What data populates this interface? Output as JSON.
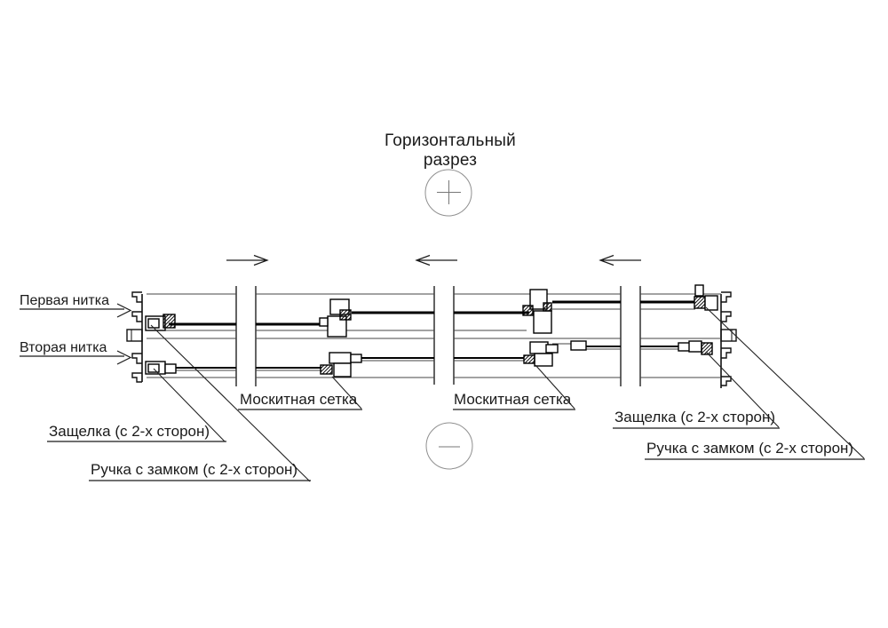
{
  "title": "Горизонтальный разрез",
  "section_markers": {
    "plus_symbol": "+",
    "minus_symbol": "−"
  },
  "callouts": {
    "thread_1": "Первая нитка",
    "thread_2": "Вторая нитка",
    "mosquito_net_left": "Москитная сетка",
    "mosquito_net_right": "Москитная сетка",
    "latch_left": "Защелка (с 2-х сторон)",
    "handle_left": "Ручка с замком (с 2-х сторон)",
    "latch_right": "Защелка (с 2-х сторон)",
    "handle_right": "Ручка с замком (с 2-х сторон)"
  },
  "colors": {
    "background": "#ffffff",
    "main_line": "#111111",
    "thin_line": "#444444",
    "marker_gray": "#8f8f8f"
  }
}
